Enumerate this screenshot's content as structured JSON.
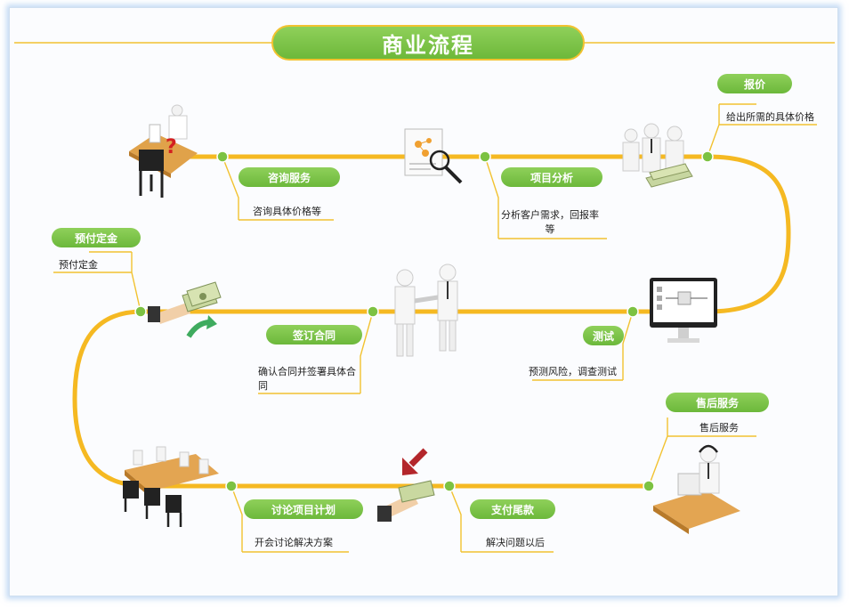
{
  "title": "商业流程",
  "colors": {
    "track": "#f5b922",
    "node": "#7cc242",
    "label": "#74bd3f",
    "connector": "#f2c230"
  },
  "steps": [
    {
      "label": "咨询服务",
      "desc": "咨询具体价格等"
    },
    {
      "label": "项目分析",
      "desc": "分析客户需求，回报率等"
    },
    {
      "label": "报价",
      "desc": "给出所需的具体价格"
    },
    {
      "label": "测试",
      "desc": "预测风险，调查测试"
    },
    {
      "label": "签订合同",
      "desc": "确认合同并签署具体合同"
    },
    {
      "label": "预付定金",
      "desc": "预付定金"
    },
    {
      "label": "讨论项目计划",
      "desc": "开会讨论解决方案"
    },
    {
      "label": "支付尾款",
      "desc": "解决问题以后"
    },
    {
      "label": "售后服务",
      "desc": "售后服务"
    }
  ],
  "icons": [
    "consultation-desk-icon",
    "document-search-icon",
    "business-team-icon",
    "computer-monitor-icon",
    "handshake-icon",
    "money-payment-icon",
    "meeting-table-icon",
    "final-payment-icon",
    "customer-service-icon"
  ]
}
